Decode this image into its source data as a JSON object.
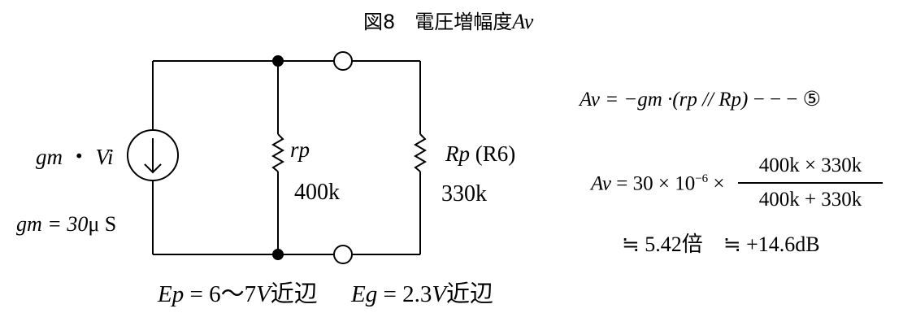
{
  "title": {
    "prefix": "図8　電圧増幅度",
    "symbol": "Av"
  },
  "circuit": {
    "source_label_gm": "gm",
    "source_label_dot": "・",
    "source_label_vi": "Vi",
    "gm_value_label": "gm = 30",
    "gm_value_unit": "μ S",
    "rp_label": "rp",
    "rp_value": "400k",
    "Rp_label": "Rp",
    "Rp_ref": "(R6)",
    "Rp_value": "330k",
    "ep_label": "Ep",
    "ep_value": " = 6〜7",
    "ep_unit": "V",
    "ep_suffix": "近辺",
    "eg_label": "Eg",
    "eg_value": " = 2.3",
    "eg_unit": "V",
    "eg_suffix": "近辺"
  },
  "equations": {
    "eq1_lhs": "Av",
    "eq1_rhs": " = −gm ·(rp // Rp)",
    "eq1_tag": " − − − ⑤",
    "eq2_lhs": "Av",
    "eq2_coef": " = 30 × 10",
    "eq2_exp": "−6",
    "eq2_times": " ×",
    "eq2_num": "400k × 330k",
    "eq2_den": "400k + 330k",
    "result_1": "≒ 5.42倍",
    "result_2": "≒ +14.6dB"
  }
}
